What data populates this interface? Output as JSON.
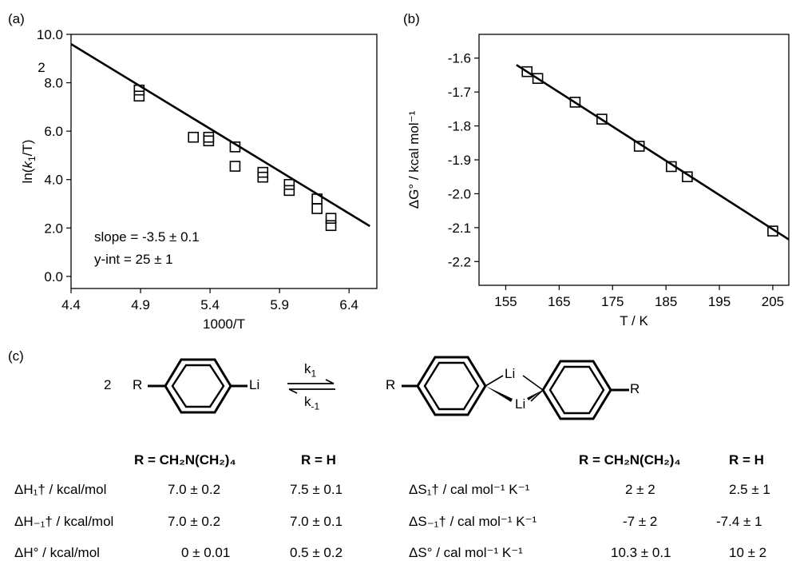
{
  "panels": {
    "a_label": "(a)",
    "b_label": "(b)",
    "c_label": "(c)"
  },
  "chart_data": [
    {
      "type": "scatter",
      "panel": "(a)",
      "title": "",
      "xlabel": "1000/T",
      "ylabel": "ln(k1/T)",
      "xlim": [
        4.4,
        6.6
      ],
      "ylim": [
        -0.5,
        10.0
      ],
      "xticks": [
        4.4,
        4.9,
        5.4,
        5.9,
        6.4
      ],
      "xtick_labels": [
        "4.4",
        "4.9",
        "5.4",
        "5.9",
        "6.4"
      ],
      "yticks": [
        0.0,
        2.0,
        4.0,
        6.0,
        8.0,
        10.0
      ],
      "ytick_labels": [
        "0.0",
        "2.0",
        "4.0",
        "6.0",
        "8.0",
        "10.0"
      ],
      "extra_label": "2",
      "grid": false,
      "points": [
        {
          "x": 4.89,
          "y": 7.7
        },
        {
          "x": 4.89,
          "y": 7.45
        },
        {
          "x": 5.28,
          "y": 5.75
        },
        {
          "x": 5.39,
          "y": 5.75
        },
        {
          "x": 5.39,
          "y": 5.6
        },
        {
          "x": 5.58,
          "y": 5.35
        },
        {
          "x": 5.58,
          "y": 4.55
        },
        {
          "x": 5.78,
          "y": 4.3
        },
        {
          "x": 5.78,
          "y": 4.1
        },
        {
          "x": 5.97,
          "y": 3.8
        },
        {
          "x": 5.97,
          "y": 3.55
        },
        {
          "x": 6.17,
          "y": 3.2
        },
        {
          "x": 6.17,
          "y": 2.8
        },
        {
          "x": 6.27,
          "y": 2.4
        },
        {
          "x": 6.27,
          "y": 2.1
        }
      ],
      "fit": {
        "slope": -3.5,
        "intercept": 25,
        "x_range": [
          4.4,
          6.55
        ]
      },
      "annotations": [
        "slope = -3.5 ± 0.1",
        "y-int = 25 ± 1"
      ]
    },
    {
      "type": "scatter",
      "panel": "(b)",
      "title": "",
      "xlabel": "T / K",
      "ylabel": "ΔG° / kcal mol⁻¹",
      "xlim": [
        150,
        208
      ],
      "ylim": [
        -2.27,
        -1.53
      ],
      "xticks": [
        155,
        165,
        175,
        185,
        195,
        205
      ],
      "xtick_labels": [
        "155",
        "165",
        "175",
        "185",
        "195",
        "205"
      ],
      "yticks": [
        -1.6,
        -1.7,
        -1.8,
        -1.9,
        -2.0,
        -2.1,
        -2.2
      ],
      "ytick_labels": [
        "-1.6",
        "-1.7",
        "-1.8",
        "-1.9",
        "-2.0",
        "-2.1",
        "-2.2"
      ],
      "grid": false,
      "points": [
        {
          "x": 159,
          "y": -1.64
        },
        {
          "x": 161,
          "y": -1.66
        },
        {
          "x": 168,
          "y": -1.73
        },
        {
          "x": 173,
          "y": -1.78
        },
        {
          "x": 180,
          "y": -1.86
        },
        {
          "x": 186,
          "y": -1.92
        },
        {
          "x": 189,
          "y": -1.95
        },
        {
          "x": 205,
          "y": -2.11
        }
      ],
      "fit": {
        "x_range": [
          157,
          208
        ],
        "y_range": [
          -1.62,
          -2.135
        ]
      }
    }
  ],
  "scheme": {
    "coef": "2",
    "R_left": "R",
    "Li_left": "Li",
    "k_fwd": "k",
    "k_fwd_sub": "1",
    "k_rev": "k",
    "k_rev_sub": "-1",
    "R_dimer_left": "R",
    "R_dimer_right": "R",
    "Li_top": "Li",
    "Li_bottom": "Li"
  },
  "table_left": {
    "headers": [
      "R = CH₂N(CH₂)₄",
      "R = H"
    ],
    "rows": [
      {
        "label": "ΔH₁† / kcal/mol",
        "v1": "7.0 ± 0.2",
        "v2": "7.5 ± 0.1"
      },
      {
        "label": "ΔH₋₁† / kcal/mol",
        "v1": "7.0 ± 0.2",
        "v2": "7.0 ± 0.1"
      },
      {
        "label": "ΔH° / kcal/mol",
        "v1": "0 ± 0.01",
        "v2": "0.5 ± 0.2"
      }
    ]
  },
  "table_right": {
    "headers": [
      "R = CH₂N(CH₂)₄",
      "R = H"
    ],
    "rows": [
      {
        "label": "ΔS₁† / cal mol⁻¹ K⁻¹",
        "v1": "2 ± 2",
        "v2": "2.5 ± 1"
      },
      {
        "label": "ΔS₋₁† / cal mol⁻¹ K⁻¹",
        "v1": "-7 ± 2",
        "v2": "-7.4 ± 1"
      },
      {
        "label": "ΔS° / cal mol⁻¹ K⁻¹",
        "v1": "10.3 ± 0.1",
        "v2": "10 ± 2"
      }
    ]
  }
}
